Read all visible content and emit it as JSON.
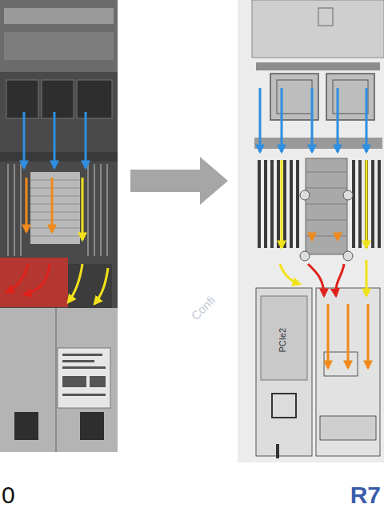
{
  "diagram": {
    "labels": [
      "0",
      "R7",
      "PCIe2",
      "Confi"
    ]
  }
}
